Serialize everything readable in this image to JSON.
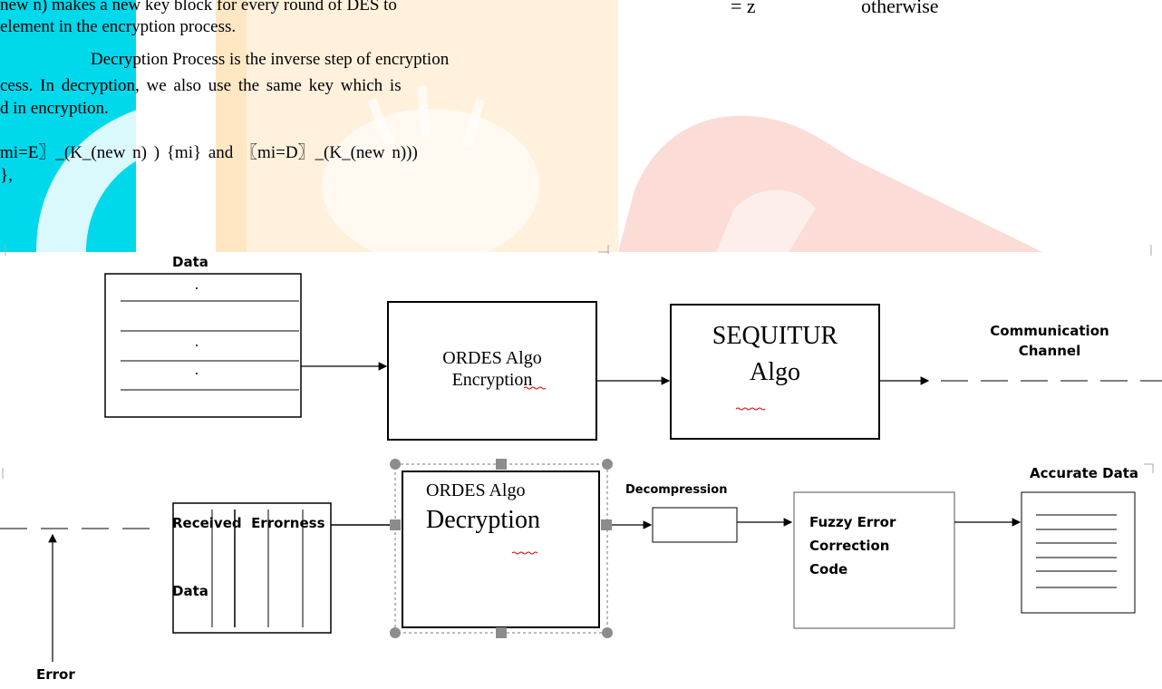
{
  "colors": {
    "watermark_cyan": "#00d8ec",
    "watermark_orange": "#ffe9c8",
    "watermark_red": "#fbe0dc",
    "highlight": "#fff7d1",
    "handle": "#8c8c8c"
  },
  "top_text": {
    "line1": "new n) makes a new key block for every round of DES to",
    "line2": "element in the encryption process.",
    "line3": "Decryption Process is the inverse step of encryption",
    "line4": "cess. In decryption, we also use the same key which is",
    "line5": "d in encryption.",
    "formula": "mi=E〗_(K_(new n) ) {mi} and  〖mi=D〗_(K_(new n)))",
    "formula_end": "},",
    "eq_lhs": "= z",
    "eq_rhs": "otherwise"
  },
  "diagram": {
    "data_label": "Data",
    "enc_box_line1": "ORDES Algo",
    "enc_box_line2": "Encryption",
    "sequitur_line1": "SEQUITUR",
    "sequitur_line2": "Algo",
    "channel_line1": "Communication",
    "channel_line2": "Channel",
    "received_line1": "Received  Errorness",
    "received_line2": "Data",
    "dec_box_line1": "ORDES Algo",
    "dec_box_line2": "Decryption",
    "decompression_label": "Decompression",
    "fuzzy_line1": "Fuzzy Error",
    "fuzzy_line2": "Correction",
    "fuzzy_line3": "Code",
    "accurate_label": "Accurate Data",
    "error_label": "Error"
  }
}
